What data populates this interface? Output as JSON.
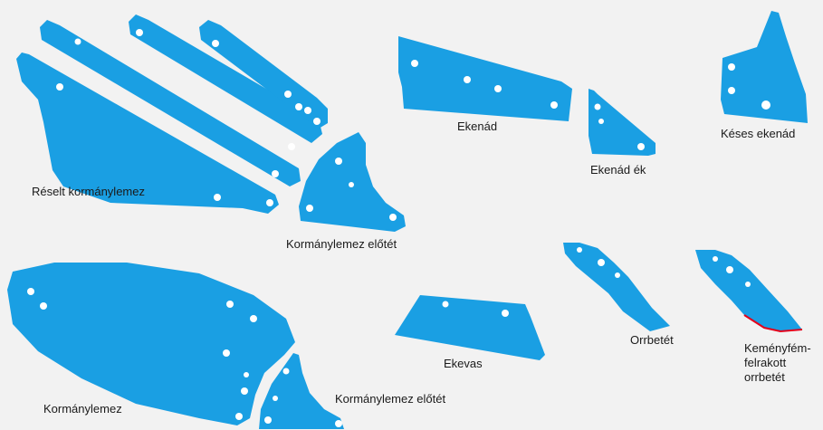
{
  "colors": {
    "part_fill": "#1a9fe3",
    "hole_fill": "#ffffff",
    "carbide_edge": "#e3001b",
    "background": "#f2f2f2",
    "text": "#1a1a1a"
  },
  "labels": {
    "reselt_kormanylemez": "Réselt kormánylemez",
    "kormanylemez_elotet_top": "Kormánylemez előtét",
    "ekenad": "Ekenád",
    "ekenad_ek": "Ekenád ék",
    "keses_ekenad": "Késes ekenád",
    "kormanylemez": "Kormánylemez",
    "kormanylemez_elotet_bottom": "Kormánylemez előtét",
    "ekevas": "Ekevas",
    "orrbetet": "Orrbetét",
    "kemenyfem_line1": "Keményfém-",
    "kemenyfem_line2": "felrakott",
    "kemenyfem_line3": "orrbetét"
  }
}
